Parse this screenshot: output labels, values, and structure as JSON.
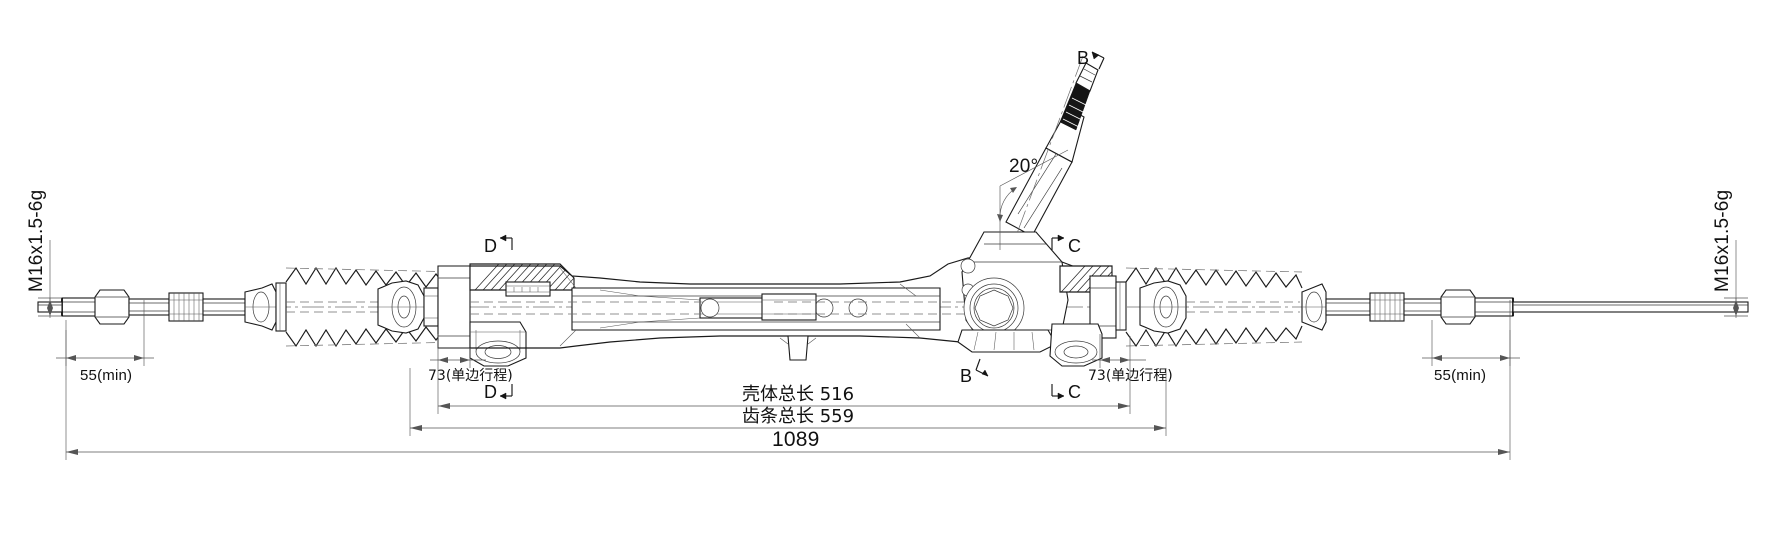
{
  "drawing": {
    "title": "Rack and pinion steering gear assembly drawing",
    "background_color": "#ffffff",
    "line_color": "#1a1a1a",
    "dim_color": "#555555"
  },
  "labels": {
    "thread_left": "M16x1.5-6g",
    "thread_right": "M16x1.5-6g",
    "min_left": "55(min)",
    "min_right": "55(min)",
    "stroke_left": "73(单边行程)",
    "stroke_right": "73(单边行程)",
    "housing_length": "壳体总长 516",
    "rack_length": "齿条总长 559",
    "overall_length": "1089",
    "pinion_angle": "20°"
  },
  "section_marks": {
    "b_top": "B",
    "b_bottom": "B",
    "c_top": "C",
    "c_bottom": "C",
    "d_top": "D",
    "d_bottom": "D"
  },
  "dimensions": {
    "overall": {
      "value": "1089",
      "unit": "mm"
    },
    "housing": {
      "value": "516",
      "unit": "mm"
    },
    "rack": {
      "value": "559",
      "unit": "mm"
    },
    "stroke_single_side": {
      "value": "73",
      "unit": "mm"
    },
    "tie_rod_min_thread": {
      "value": "55",
      "unit": "mm"
    },
    "pinion_inclination": {
      "value": "20",
      "unit": "deg"
    },
    "thread_spec": {
      "value": "M16x1.5-6g"
    }
  }
}
